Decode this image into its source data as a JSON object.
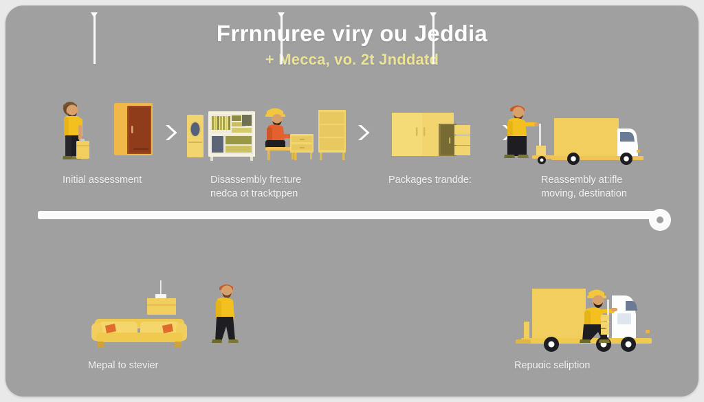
{
  "poster": {
    "background_color": "#a0a0a0",
    "page_background_color": "#e9e9e9",
    "accent_yellow": "#f0cc62",
    "accent_pale_yellow": "#ece394",
    "text_color": "#f2f2f2"
  },
  "header": {
    "title": "Frrnnuree viry ou Jeddia",
    "subtitle": "+ Mecca, vo. 2t Jnddatd"
  },
  "steps": [
    {
      "id": "step-1",
      "label": "Initial assessment",
      "icons": [
        "worker-with-box-icon",
        "wardrobe-icon"
      ],
      "arrow_after": "chevron-right-icon"
    },
    {
      "id": "step-2",
      "label": "Disassembly fre:ture\nnedca ot tracktppen",
      "label_line1": "Disassembly fre:ture",
      "label_line2": "nedca ot tracktppen",
      "icons": [
        "mirror-cabinet-icon",
        "bookshelf-icon",
        "worker-disassembling-icon",
        "drawer-unit-icon"
      ],
      "arrow_after": "chevron-right-icon"
    },
    {
      "id": "step-3",
      "label": "Packages trandde:",
      "icons": [
        "wrapped-furniture-icon",
        "packed-boxes-icon"
      ],
      "arrow_after": "chevron-right-icon"
    },
    {
      "id": "step-4",
      "label": "Reassembly at:ifle\nmoving, destination",
      "label_line1": "Reassembly at:ifle",
      "label_line2": "moving, destination",
      "icons": [
        "mover-with-handtruck-icon",
        "box-truck-icon"
      ],
      "arrow_after": ""
    }
  ],
  "timeline": {
    "tick_count": 3,
    "endpoint": "timeline-endpoint-dot"
  },
  "bottom_items": [
    {
      "id": "bottom-1",
      "label": "Mepal to stevier",
      "icons": [
        "sofa-icon",
        "pendant-lamp-icon",
        "walking-person-icon"
      ]
    },
    {
      "id": "bottom-2",
      "label": "Repuɑic seliption",
      "icons": [
        "flatbed-truck-loading-icon",
        "crate-icon",
        "worker-loading-icon"
      ]
    }
  ],
  "glyphs": {
    "chevron": "›"
  }
}
